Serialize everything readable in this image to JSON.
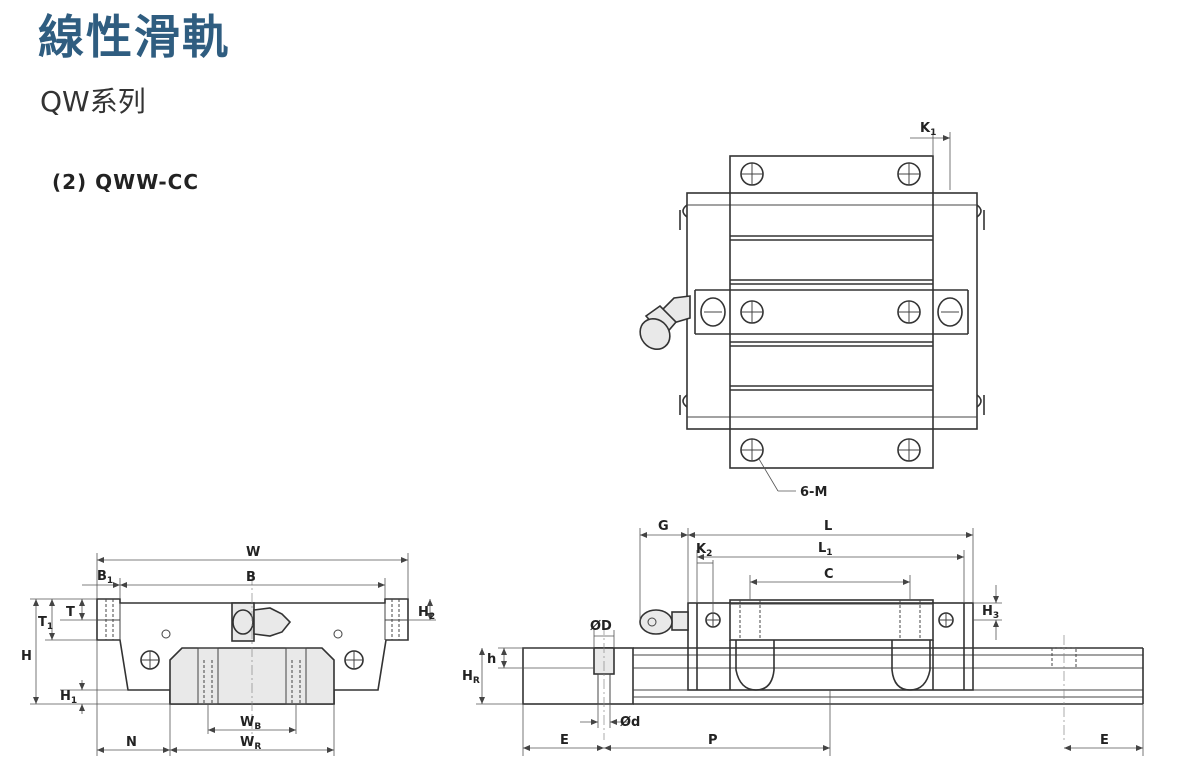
{
  "header": {
    "title": "線性滑軌",
    "subtitle": "QW系列",
    "model": "(2) QWW-CC"
  },
  "labels": {
    "K1": "K",
    "K1_sub": "1",
    "M6": "6-M",
    "W": "W",
    "B": "B",
    "B1": "B",
    "B1_sub": "1",
    "T": "T",
    "T1": "T",
    "T1_sub": "1",
    "H": "H",
    "H1": "H",
    "H1_sub": "1",
    "H2": "H",
    "H2_sub": "2",
    "WB": "W",
    "WB_sub": "B",
    "WR": "W",
    "WR_sub": "R",
    "N": "N",
    "G": "G",
    "L": "L",
    "L1": "L",
    "L1_sub": "1",
    "K2": "K",
    "K2_sub": "2",
    "C": "C",
    "H3": "H",
    "H3_sub": "3",
    "D": "ØD",
    "h": "h",
    "HR": "H",
    "HR_sub": "R",
    "d": "Ød",
    "E_left": "E",
    "P": "P",
    "E_right": "E"
  }
}
